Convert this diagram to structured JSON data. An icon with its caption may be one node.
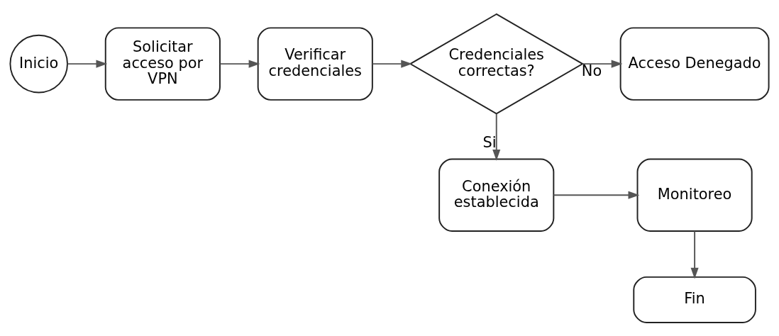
{
  "diagram": {
    "nodes": [
      {
        "text": [
          "Inicio"
        ]
      },
      {
        "text": [
          "Solicitar acceso por VPN"
        ]
      },
      {
        "text": [
          "Verificar credenciales"
        ]
      },
      {
        "text": [
          "Credenciales correctas?"
        ]
      },
      {
        "text": [
          "Acceso Denegado"
        ]
      },
      {
        "text": [
          "Conexión establecida"
        ]
      },
      {
        "text": [
          "Monitoreo"
        ]
      },
      {
        "text": [
          "Fin"
        ]
      }
    ],
    "edges": [
      {
        "from": 0,
        "to": 1,
        "arrow": "to"
      },
      {
        "from": 1,
        "to": 2,
        "arrow": "to"
      },
      {
        "from": 2,
        "to": 3,
        "arrow": "to"
      },
      {
        "from": 3,
        "to": 4,
        "arrow": "to",
        "label": "No"
      },
      {
        "from": 3,
        "to": 5,
        "arrow": "to",
        "label": "Si"
      },
      {
        "from": 5,
        "to": 6,
        "arrow": "to"
      },
      {
        "from": 6,
        "to": 7,
        "arrow": "to"
      }
    ]
  }
}
